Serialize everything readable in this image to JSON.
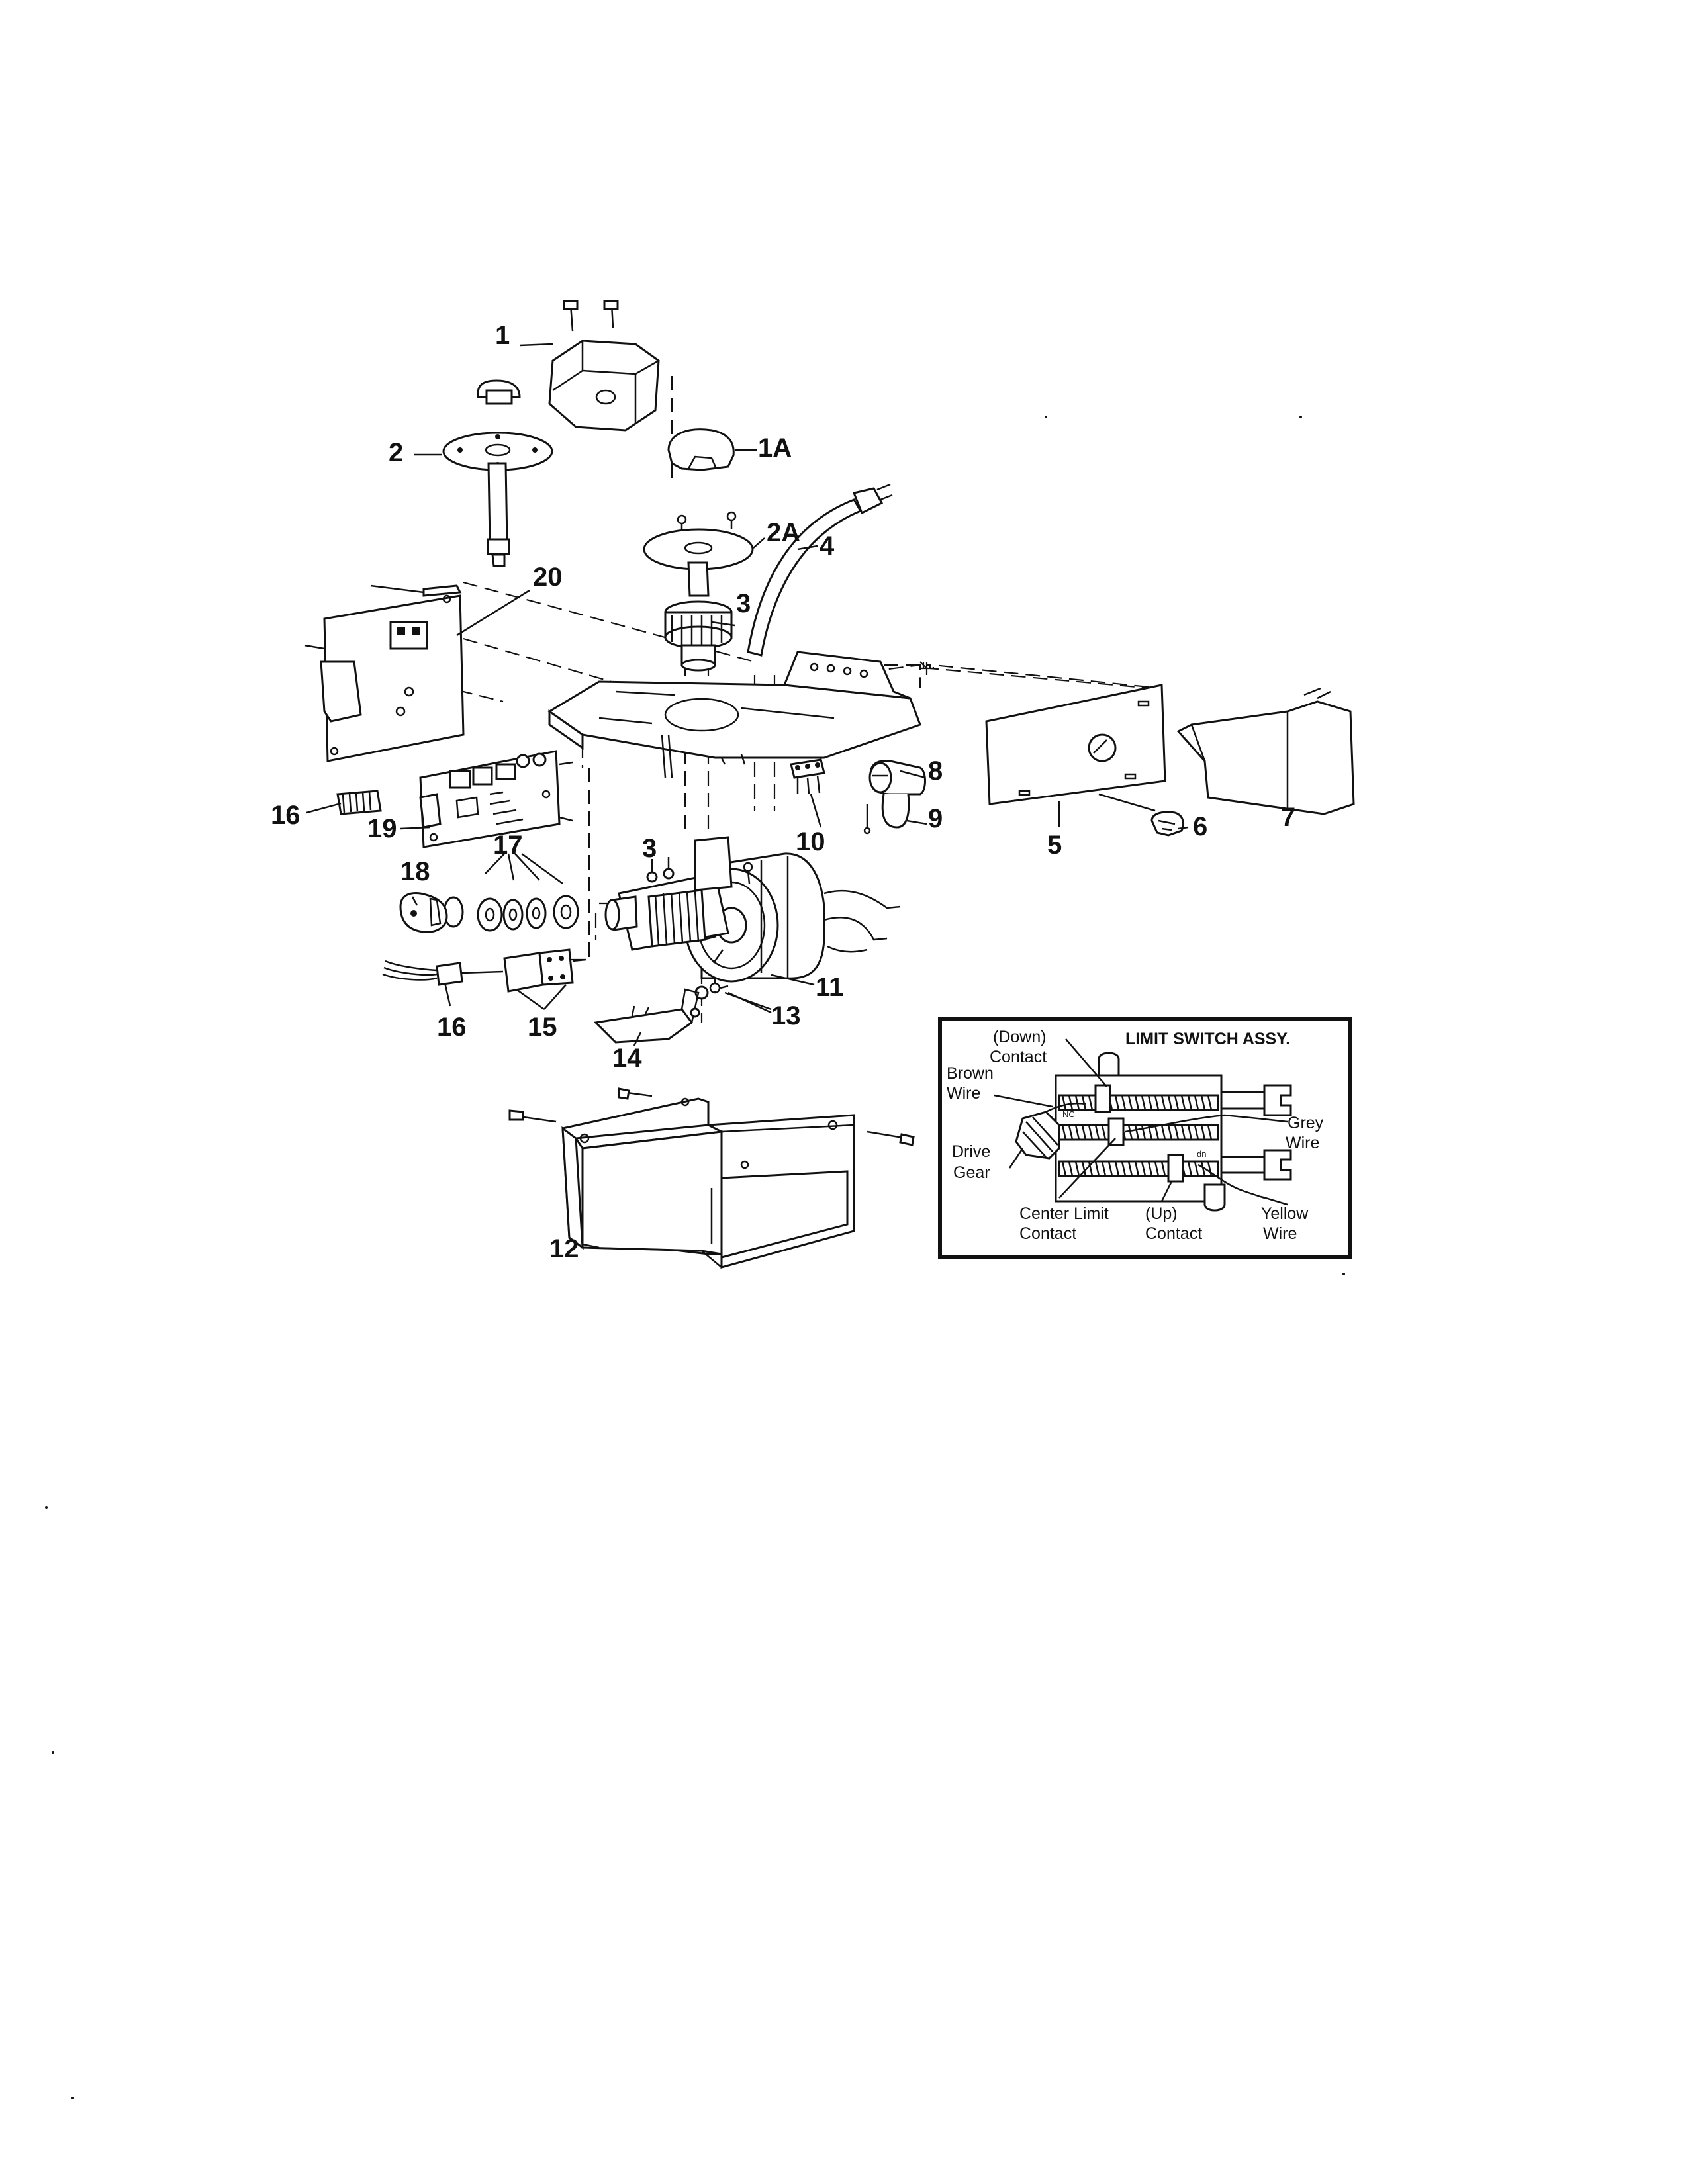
{
  "diagram": {
    "part_labels": {
      "p1": "1",
      "p1a": "1A",
      "p2": "2",
      "p2a": "2A",
      "p3_top": "3",
      "p3_lower": "3",
      "p4": "4",
      "p5": "5",
      "p6": "6",
      "p7": "7",
      "p8": "8",
      "p9": "9",
      "p10": "10",
      "p11": "11",
      "p12": "12",
      "p13": "13",
      "p14": "14",
      "p15": "15",
      "p16_top": "16",
      "p16_lower": "16",
      "p17": "17",
      "p18": "18",
      "p19": "19",
      "p20": "20"
    },
    "inset": {
      "title": "LIMIT SWITCH ASSY.",
      "down_contact_line1": "(Down)",
      "down_contact_line2": "Contact",
      "brown_wire_line1": "Brown",
      "brown_wire_line2": "Wire",
      "drive_gear_line1": "Drive",
      "drive_gear_line2": "Gear",
      "center_limit_line1": "Center Limit",
      "center_limit_line2": "Contact",
      "up_contact_line1": "(Up)",
      "up_contact_line2": "Contact",
      "grey_wire_line1": "Grey",
      "grey_wire_line2": "Wire",
      "yellow_wire_line1": "Yellow",
      "yellow_wire_line2": "Wire",
      "nc_mark": "NC",
      "dn_mark": "dn"
    }
  }
}
